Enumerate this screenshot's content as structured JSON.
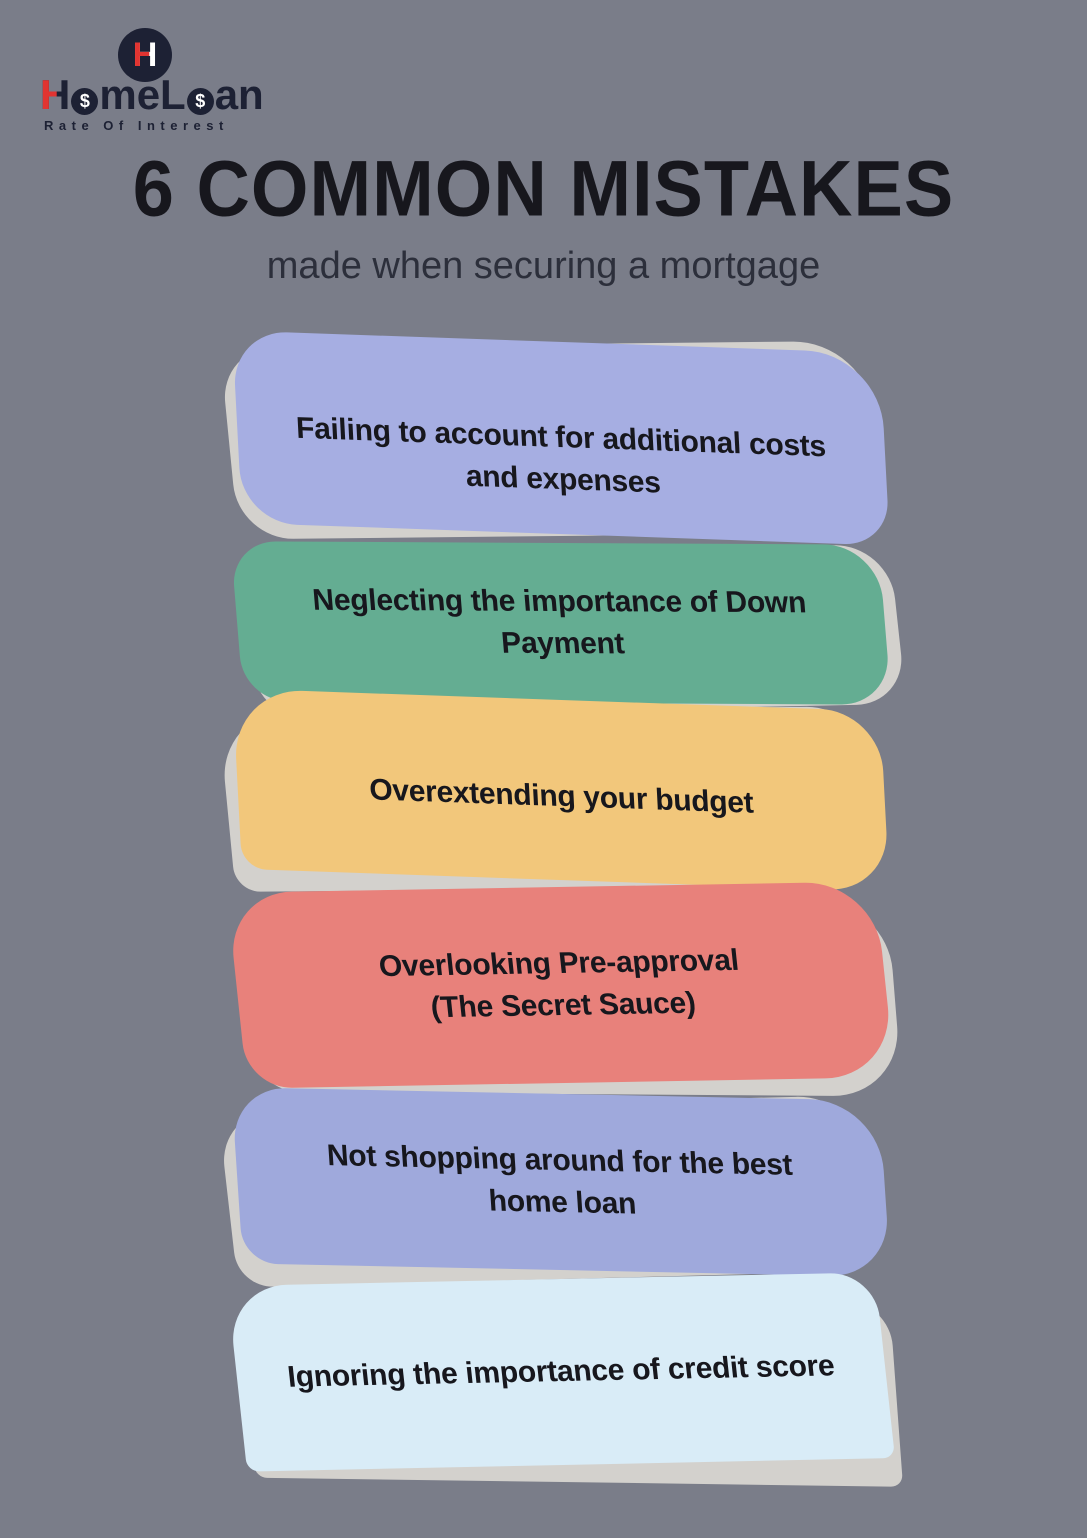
{
  "theme": {
    "background": "#7a7d89",
    "card_shadow": "#d3d1cd",
    "text": "#17171d",
    "navy": "#1d2134",
    "red": "#e13431",
    "white": "#ffffff"
  },
  "logo": {
    "monogram": "H",
    "word_h": "H",
    "word_me": "me",
    "word_l": "L",
    "word_an": "an",
    "dollar": "$",
    "tagline": "Rate Of Interest"
  },
  "header": {
    "title": "6 COMMON MISTAKES",
    "subtitle": "made when securing a mortgage"
  },
  "cards": [
    {
      "color": "#a6aee2",
      "lines": [
        "Failing to account for additional costs",
        "and expenses"
      ]
    },
    {
      "color": "#64ad92",
      "lines": [
        "Neglecting the importance of Down",
        "Payment"
      ]
    },
    {
      "color": "#f2c77b",
      "lines": [
        "Overextending your budget"
      ]
    },
    {
      "color": "#e8817b",
      "lines": [
        "Overlooking Pre-approval",
        "(The Secret Sauce)"
      ]
    },
    {
      "color": "#9fa9dc",
      "lines": [
        "Not shopping around for the best",
        "home loan"
      ]
    },
    {
      "color": "#d9ecf7",
      "lines": [
        "Ignoring the importance of credit score"
      ]
    }
  ]
}
